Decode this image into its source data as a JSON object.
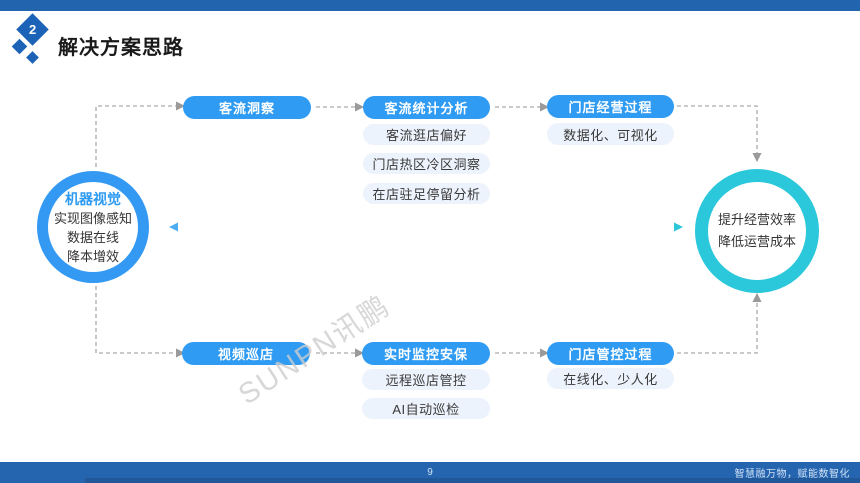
{
  "header": {
    "badge_number": "2",
    "title": "解决方案思路"
  },
  "diagram": {
    "left_circle": {
      "title": "机器视觉",
      "lines": [
        "实现图像感知",
        "数据在线",
        "降本增效"
      ]
    },
    "right_circle": {
      "lines": [
        "提升经营效率",
        "降低运营成本"
      ]
    },
    "top_flow": {
      "step1": "客流洞察",
      "step2": "客流统计分析",
      "step2_items": [
        "客流逛店偏好",
        "门店热区冷区洞察",
        "在店驻足停留分析"
      ],
      "step3": "门店经营过程",
      "step3_items": [
        "数据化、可视化"
      ]
    },
    "bottom_flow": {
      "step1": "视频巡店",
      "step2": "实时监控安保",
      "step2_items": [
        "远程巡店管控",
        "AI自动巡检"
      ],
      "step3": "门店管控过程",
      "step3_items": [
        "在线化、少人化"
      ]
    }
  },
  "watermark": "SUNPN讯鹏",
  "footer": {
    "page_number": "9",
    "slogan": "智慧融万物，赋能数智化"
  },
  "colors": {
    "top_bar_blue": "#2264AE",
    "accent_blue": "#2F9BF2",
    "ring_blue": "#3399F3",
    "ring_teal": "#2BC8DB",
    "light_pill_bg": "#EDF3FC",
    "connector_gray": "#A9A9A9",
    "footer_blue": "#2565AF"
  }
}
